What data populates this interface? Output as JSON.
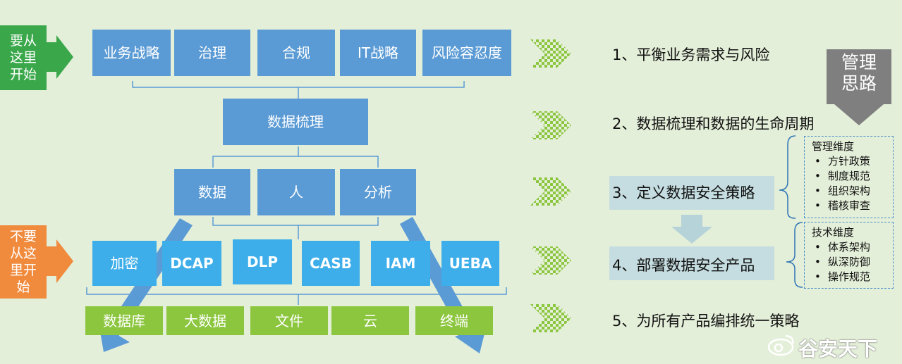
{
  "colors": {
    "background": "#e4efd9",
    "top_box": "#5b9bd5",
    "product_box": "#3daee9",
    "platform_box": "#8cc63f",
    "start_tag_green": "#3aa84a",
    "start_tag_orange": "#f08a3c",
    "checker_arrow": "#8cc63f",
    "management_arrow": "#7f7f7f"
  },
  "start_tags": {
    "start_here": "要从这里开始",
    "not_start_here": "不要从这里开始"
  },
  "top_row": [
    "业务战略",
    "治理",
    "合规",
    "IT战略",
    "风险容忍度"
  ],
  "middle": {
    "data_sorting": "数据梳理"
  },
  "third_row": [
    "数据",
    "人",
    "分析"
  ],
  "products": [
    "加密",
    "DCAP",
    "DLP",
    "CASB",
    "IAM",
    "UEBA"
  ],
  "platforms": [
    "数据库",
    "大数据",
    "文件",
    "云",
    "终端"
  ],
  "steps": [
    "1、平衡业务需求与风险",
    "2、数据梳理和数据的生命周期",
    "3、定义数据安全策略",
    "4、部署数据安全产品",
    "5、为所有产品编排统一策略"
  ],
  "management_thinking": "管理思路",
  "management_dimension": {
    "title": "管理维度",
    "items": [
      "方针政策",
      "制度规范",
      "组织架构",
      "稽核审查"
    ]
  },
  "technical_dimension": {
    "title": "技术维度",
    "items": [
      "体系架构",
      "纵深防御",
      "操作规范"
    ]
  },
  "watermark": "谷安天下"
}
